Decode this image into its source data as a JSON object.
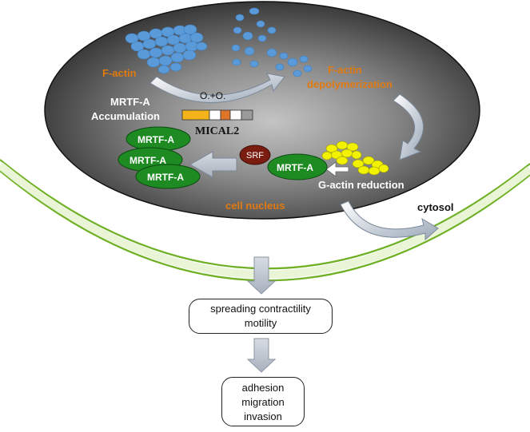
{
  "nucleus": {
    "label_f_actin": "F-actin",
    "label_oxidation": "O.+O.",
    "label_depolymerization_1": "F-actin",
    "label_depolymerization_2": "depolymerization",
    "label_mrtf_accumulation_1": "MRTF-A",
    "label_mrtf_accumulation_2": "Accumulation",
    "label_mical2": "MICAL2",
    "label_srf": "SRF",
    "mrtf_cluster": [
      "MRTF-A",
      "MRTF-A",
      "MRTF-A"
    ],
    "label_mrtf_bound": "MRTF-A",
    "label_g_actin_reduction": "G-actin reduction",
    "label_cell_nucleus": "cell nucleus"
  },
  "cytosol": {
    "label": "cytosol"
  },
  "outcomes": {
    "box1_line1": "spreading contractility",
    "box1_line2": "motility",
    "box2_line1": "adhesion",
    "box2_line2": "migration",
    "box2_line3": "invasion"
  },
  "colors": {
    "nucleus_fill_center": "#b8b8b8",
    "nucleus_fill_edge": "#2b2b2b",
    "membrane": "#7cbf2a",
    "orange_text": "#e07a10",
    "mrtf_green": "#1d8a22",
    "srf_brown": "#7a1d10",
    "actin_blue": "#5a9ad8",
    "g_actin_yellow": "#f2f200"
  }
}
